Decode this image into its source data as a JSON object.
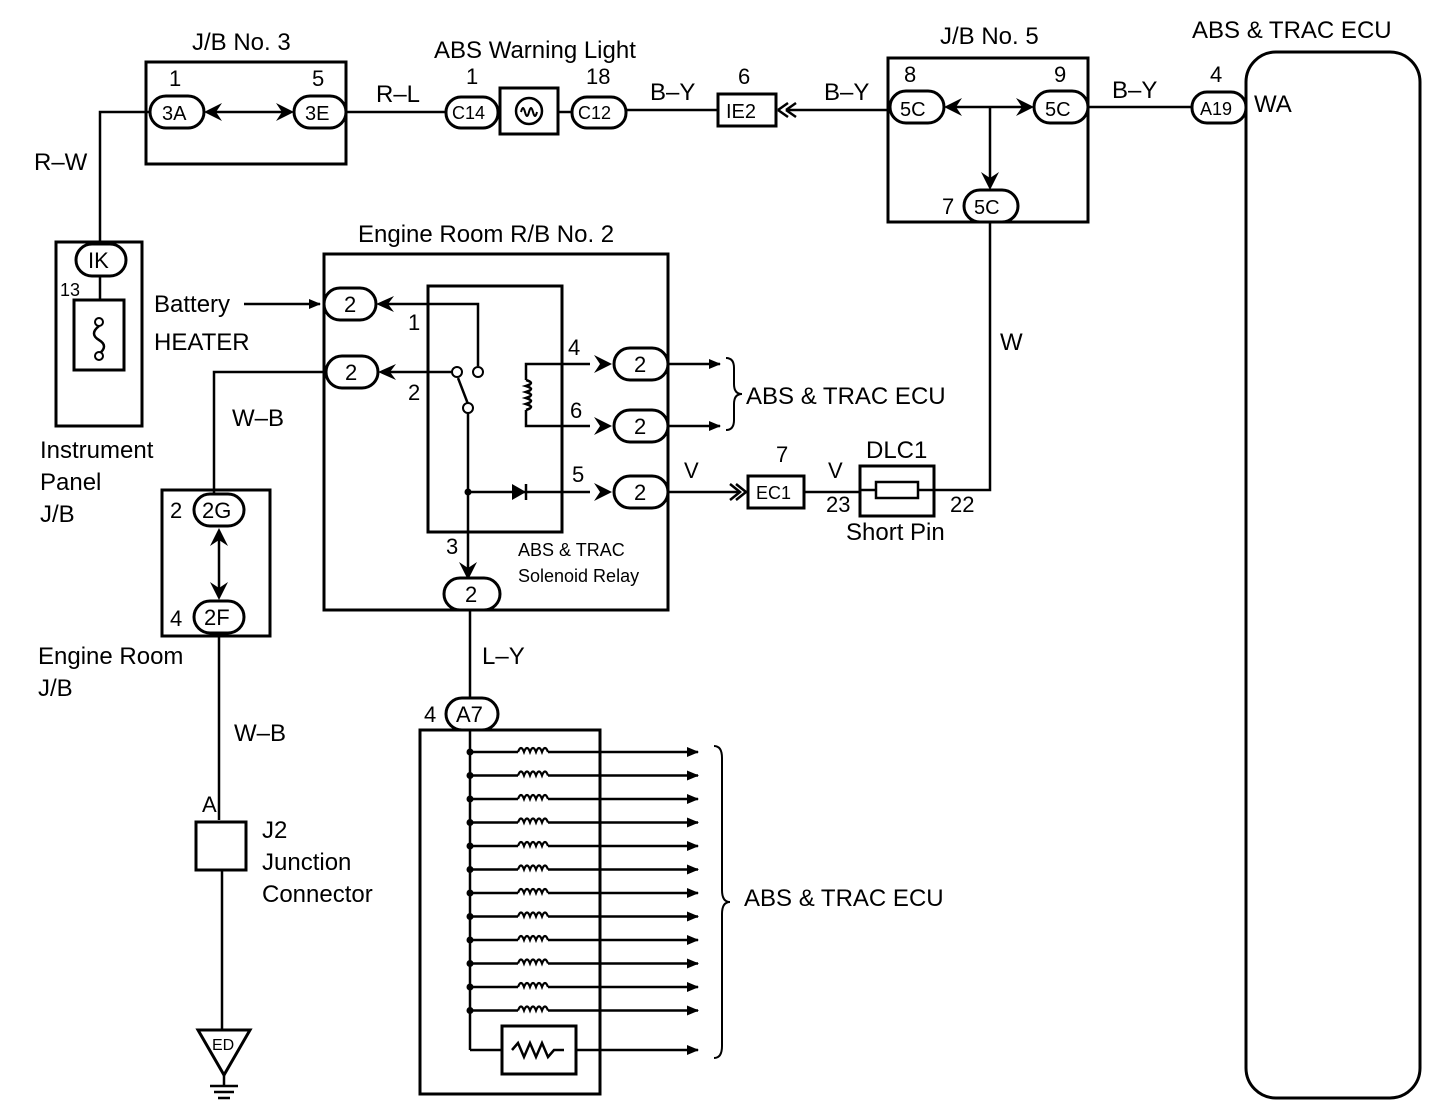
{
  "labels": {
    "jb3": "J/B No. 3",
    "abs_warning_light": "ABS Warning Light",
    "jb5": "J/B No. 5",
    "ecu_top": "ABS & TRAC ECU",
    "engine_room_rb2": "Engine Room R/B No. 2",
    "battery": "Battery",
    "heater": "HEATER",
    "instrument_panel_jb": [
      "Instrument",
      "Panel",
      "J/B"
    ],
    "engine_room_jb": [
      "Engine Room",
      "J/B"
    ],
    "ecu_mid": "ABS & TRAC ECU",
    "ecu_bottom": "ABS & TRAC ECU",
    "solenoid_relay": [
      "ABS & TRAC",
      "Solenoid Relay"
    ],
    "dlc1": "DLC1",
    "short_pin": "Short Pin",
    "j2": [
      "J2",
      "Junction",
      "Connector"
    ]
  },
  "wires": {
    "r_w": "R–W",
    "r_l": "R–L",
    "b_y_1": "B–Y",
    "b_y_2": "B–Y",
    "b_y_3": "B–Y",
    "w": "W",
    "w_b_1": "W–B",
    "w_b_2": "W–B",
    "v_1": "V",
    "v_2": "V",
    "l_y": "L–Y"
  },
  "connectors": {
    "c3a": "3A",
    "c3e": "3E",
    "c14": "C14",
    "c12": "C12",
    "ie2": "IE2",
    "c5c_left": "5C",
    "c5c_right": "5C",
    "c5c_bottom": "5C",
    "a19": "A19",
    "ik": "IK",
    "c2g": "2G",
    "c2f": "2F",
    "rb_battery": "2",
    "rb_heater": "2",
    "rb_4": "2",
    "rb_6": "2",
    "rb_5": "2",
    "rb_3": "2",
    "ec1": "EC1",
    "a7": "A7",
    "ed": "ED"
  },
  "pins": {
    "p1_3a": "1",
    "p5_3e": "5",
    "p1_c14": "1",
    "p18_c12": "18",
    "p6_ie2": "6",
    "p8_5c": "8",
    "p9_5c": "9",
    "p7_5c": "7",
    "p4_a19": "4",
    "wa": "WA",
    "p13": "13",
    "p2_2g": "2",
    "p4_2f": "4",
    "relay_1": "1",
    "relay_2": "2",
    "relay_4": "4",
    "relay_6": "6",
    "relay_5": "5",
    "relay_3": "3",
    "p7_ec1": "7",
    "p23": "23",
    "p22": "22",
    "p4_a7": "4",
    "j2_a": "A"
  }
}
